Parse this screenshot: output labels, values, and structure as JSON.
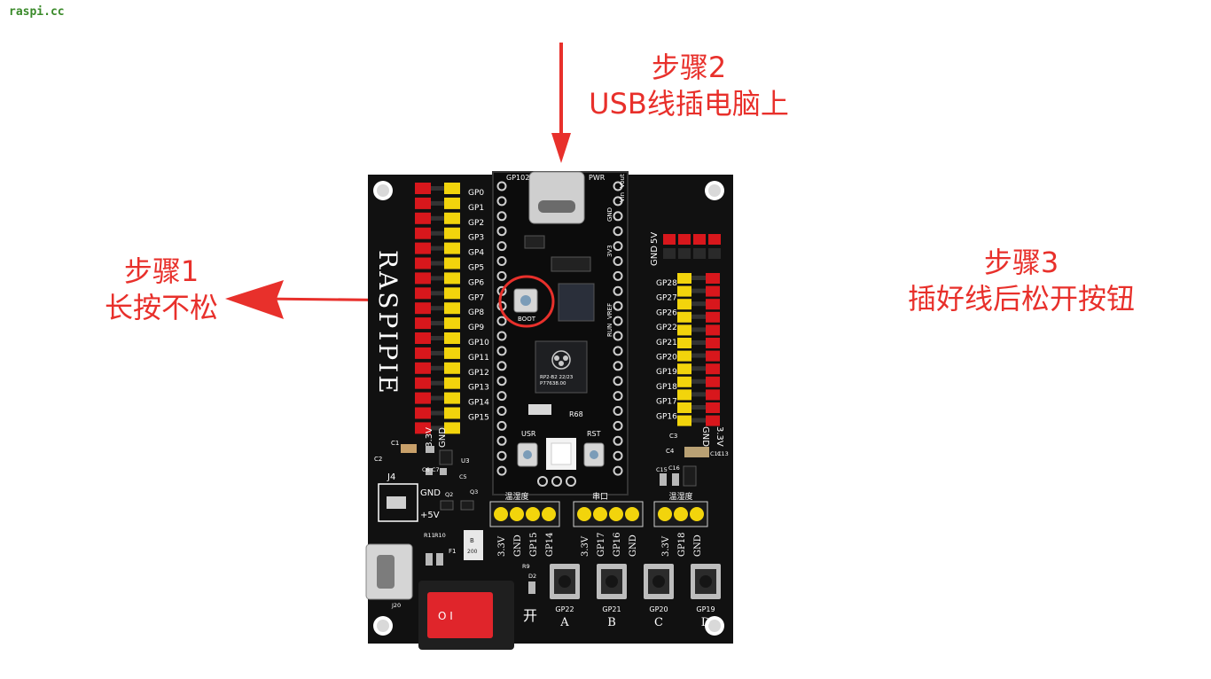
{
  "watermark": "raspi.cc",
  "steps": {
    "step1": {
      "title": "步骤1",
      "desc": "长按不松"
    },
    "step2": {
      "title": "步骤2",
      "desc": "USB线插电脑上"
    },
    "step3": {
      "title": "步骤3",
      "desc": "插好线后松开按钮"
    }
  },
  "board": {
    "brand": "RASPIPIE",
    "left_pins": [
      "GP0",
      "GP1",
      "GP2",
      "GP3",
      "GP4",
      "GP5",
      "GP6",
      "GP7",
      "GP8",
      "GP9",
      "GP10",
      "GP11",
      "GP12",
      "GP13",
      "GP14",
      "GP15"
    ],
    "left_power": [
      "3.3V",
      "GND"
    ],
    "right_pins": [
      "GP28",
      "GP27",
      "GP26",
      "GP22",
      "GP21",
      "GP20",
      "GP19",
      "GP18",
      "GP17",
      "GP16"
    ],
    "right_power": [
      "GND",
      "3.3V"
    ],
    "gnd_5v": [
      "GND",
      "5V"
    ],
    "module_top_left": "GP102",
    "module_top_right": "PWR",
    "module_right_labels": [
      "GND",
      "Vin",
      "Vout",
      "3V3",
      "VREF",
      "RUN"
    ],
    "module_usr": "USR",
    "module_rst": "RST",
    "module_boot": "BOOT",
    "module_r68": "R68",
    "chip_text": [
      "RP2-B2  22/23",
      "P77638.00"
    ],
    "headers": [
      {
        "title": "温湿度",
        "pins": [
          "3.3V",
          "GND",
          "GP15",
          "GP14"
        ]
      },
      {
        "title": "串口",
        "pins": [
          "3.3V",
          "GP17",
          "GP16",
          "GND"
        ]
      },
      {
        "title": "温湿度",
        "pins": [
          "3.3V",
          "GP18",
          "GND"
        ]
      }
    ],
    "buttons": [
      {
        "pin": "GP22",
        "letter": "A"
      },
      {
        "pin": "GP21",
        "letter": "B"
      },
      {
        "pin": "GP20",
        "letter": "C"
      },
      {
        "pin": "GP19",
        "letter": "D"
      }
    ],
    "power": {
      "gnd": "GND",
      "v5": "+5V",
      "j4": "J4",
      "switch_on": "开",
      "switch_symbol": "O  I"
    },
    "small_parts": [
      "C1",
      "C2",
      "C3",
      "C4",
      "C5",
      "C6",
      "C7",
      "C11",
      "C13",
      "C15",
      "C16",
      "U3",
      "Q2",
      "Q3",
      "R9",
      "R10",
      "R11",
      "F1",
      "D2",
      "J20",
      "B",
      "200"
    ]
  },
  "colors": {
    "annotation": "#e8302b",
    "board": "#111111",
    "header_red": "#d8171c",
    "header_yellow": "#f2d40c",
    "switch_red": "#e0252b",
    "pcb_label": "#ffffff"
  }
}
